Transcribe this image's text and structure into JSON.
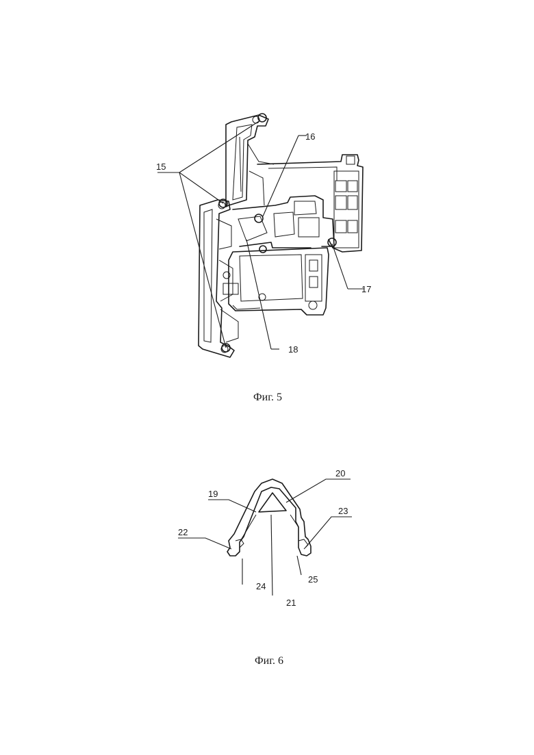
{
  "figure5": {
    "caption": "Фиг. 5",
    "labels": {
      "l15": "15",
      "l16": "16",
      "l17": "17",
      "l18": "18"
    }
  },
  "figure6": {
    "caption": "Фиг. 6",
    "labels": {
      "l19": "19",
      "l20": "20",
      "l21": "21",
      "l22": "22",
      "l23": "23",
      "l24": "24",
      "l25": "25"
    }
  }
}
